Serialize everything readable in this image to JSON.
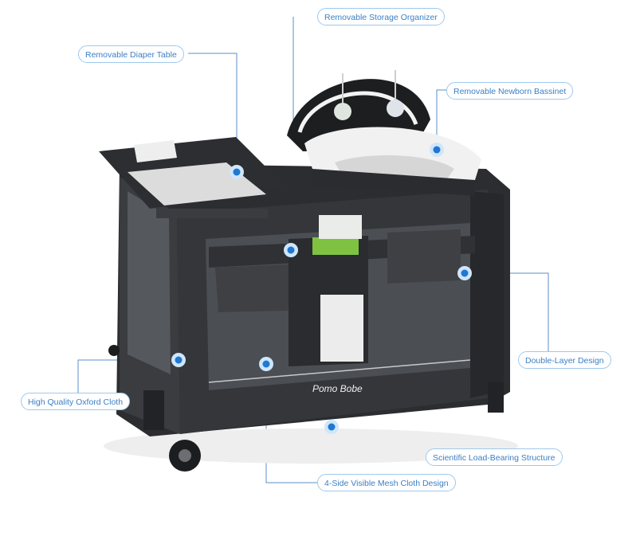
{
  "product": {
    "brand_mark": "Pomo Bobe",
    "frame_color": "#2b2d30",
    "accent_color": "#1f78d1",
    "label_text_color": "#3b7fc4"
  },
  "callouts": {
    "storage_organizer": "Removable Storage Organizer",
    "diaper_table": "Removable Diaper Table",
    "newborn_bassinet": "Removable Newborn Bassinet",
    "double_layer": "Double-Layer Design",
    "oxford_cloth": "High Quality Oxford Cloth",
    "load_bearing": "Scientific Load-Bearing Structure",
    "mesh_cloth": "4-Side Visible Mesh Cloth Design"
  }
}
